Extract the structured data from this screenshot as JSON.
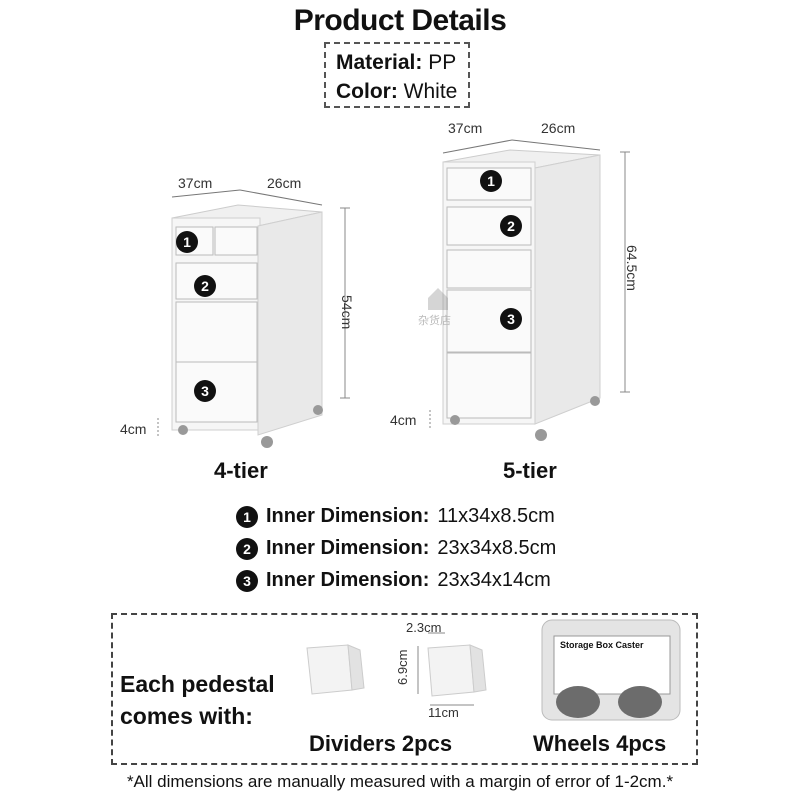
{
  "title": "Product Details",
  "material": {
    "label": "Material:",
    "value": "PP"
  },
  "color": {
    "label": "Color:",
    "value": "White"
  },
  "tier4": {
    "name": "4-tier",
    "depth": "37cm",
    "width": "26cm",
    "height": "54cm",
    "wheel": "4cm"
  },
  "tier5": {
    "name": "5-tier",
    "depth": "37cm",
    "width": "26cm",
    "height": "64.5cm",
    "wheel": "4cm"
  },
  "watermark": "杂货店",
  "specs": [
    {
      "num": "1",
      "label": "Inner Dimension:",
      "value": "11x34x8.5cm"
    },
    {
      "num": "2",
      "label": "Inner Dimension:",
      "value": "23x34x8.5cm"
    },
    {
      "num": "3",
      "label": "Inner Dimension:",
      "value": "23x34x14cm"
    }
  ],
  "accessories": {
    "intro_line1": "Each pedestal",
    "intro_line2": "comes with:",
    "divider_dims": {
      "thickness": "2.3cm",
      "height": "6.9cm",
      "length": "11cm"
    },
    "dividers_caption": "Dividers 2pcs",
    "wheels_caption": "Wheels 4pcs",
    "package_label": "Storage Box Caster"
  },
  "footnote": "*All dimensions are manually measured with a margin of error of 1-2cm.*"
}
